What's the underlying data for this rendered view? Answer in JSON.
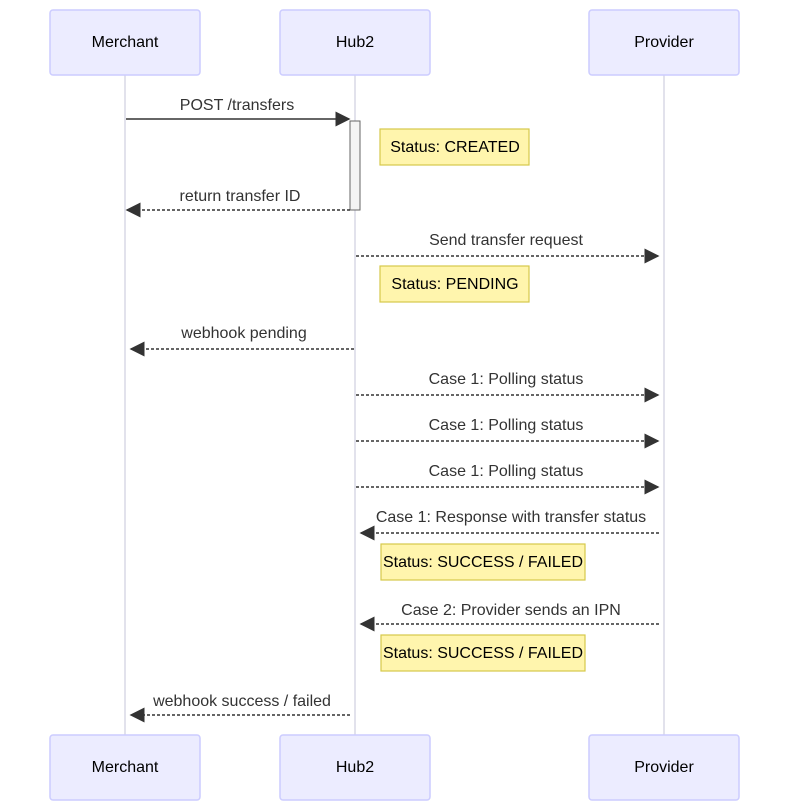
{
  "diagram": {
    "type": "sequence",
    "actors": [
      "Merchant",
      "Hub2",
      "Provider"
    ],
    "messages": [
      {
        "from": "Merchant",
        "to": "Hub2",
        "label": "POST /transfers",
        "style": "solid"
      },
      {
        "from": "Hub2",
        "to": "Merchant",
        "label": "return transfer ID",
        "style": "dotted"
      },
      {
        "from": "Hub2",
        "to": "Provider",
        "label": "Send transfer request",
        "style": "dotted"
      },
      {
        "from": "Hub2",
        "to": "Merchant",
        "label": "webhook pending",
        "style": "dotted"
      },
      {
        "from": "Hub2",
        "to": "Provider",
        "label": "Case 1: Polling status",
        "style": "dotted"
      },
      {
        "from": "Hub2",
        "to": "Provider",
        "label": "Case 1: Polling status",
        "style": "dotted"
      },
      {
        "from": "Hub2",
        "to": "Provider",
        "label": "Case 1: Polling status",
        "style": "dotted"
      },
      {
        "from": "Provider",
        "to": "Hub2",
        "label": "Case 1: Response with transfer status",
        "style": "dotted"
      },
      {
        "from": "Provider",
        "to": "Hub2",
        "label": "Case 2: Provider sends an IPN",
        "style": "dotted"
      },
      {
        "from": "Hub2",
        "to": "Merchant",
        "label": "webhook success / failed",
        "style": "dotted"
      }
    ],
    "notes": [
      {
        "over": "Hub2",
        "label": "Status: CREATED"
      },
      {
        "over": "Hub2",
        "label": "Status: PENDING"
      },
      {
        "over": "Hub2",
        "label": "Status: SUCCESS / FAILED"
      },
      {
        "over": "Hub2",
        "label": "Status: SUCCESS / FAILED"
      }
    ],
    "colors": {
      "actor_fill": "#ECECFF",
      "actor_border": "#CCCCFF",
      "note_fill": "#FFF5AD",
      "note_border": "#D6C94A",
      "line": "#333333"
    }
  }
}
